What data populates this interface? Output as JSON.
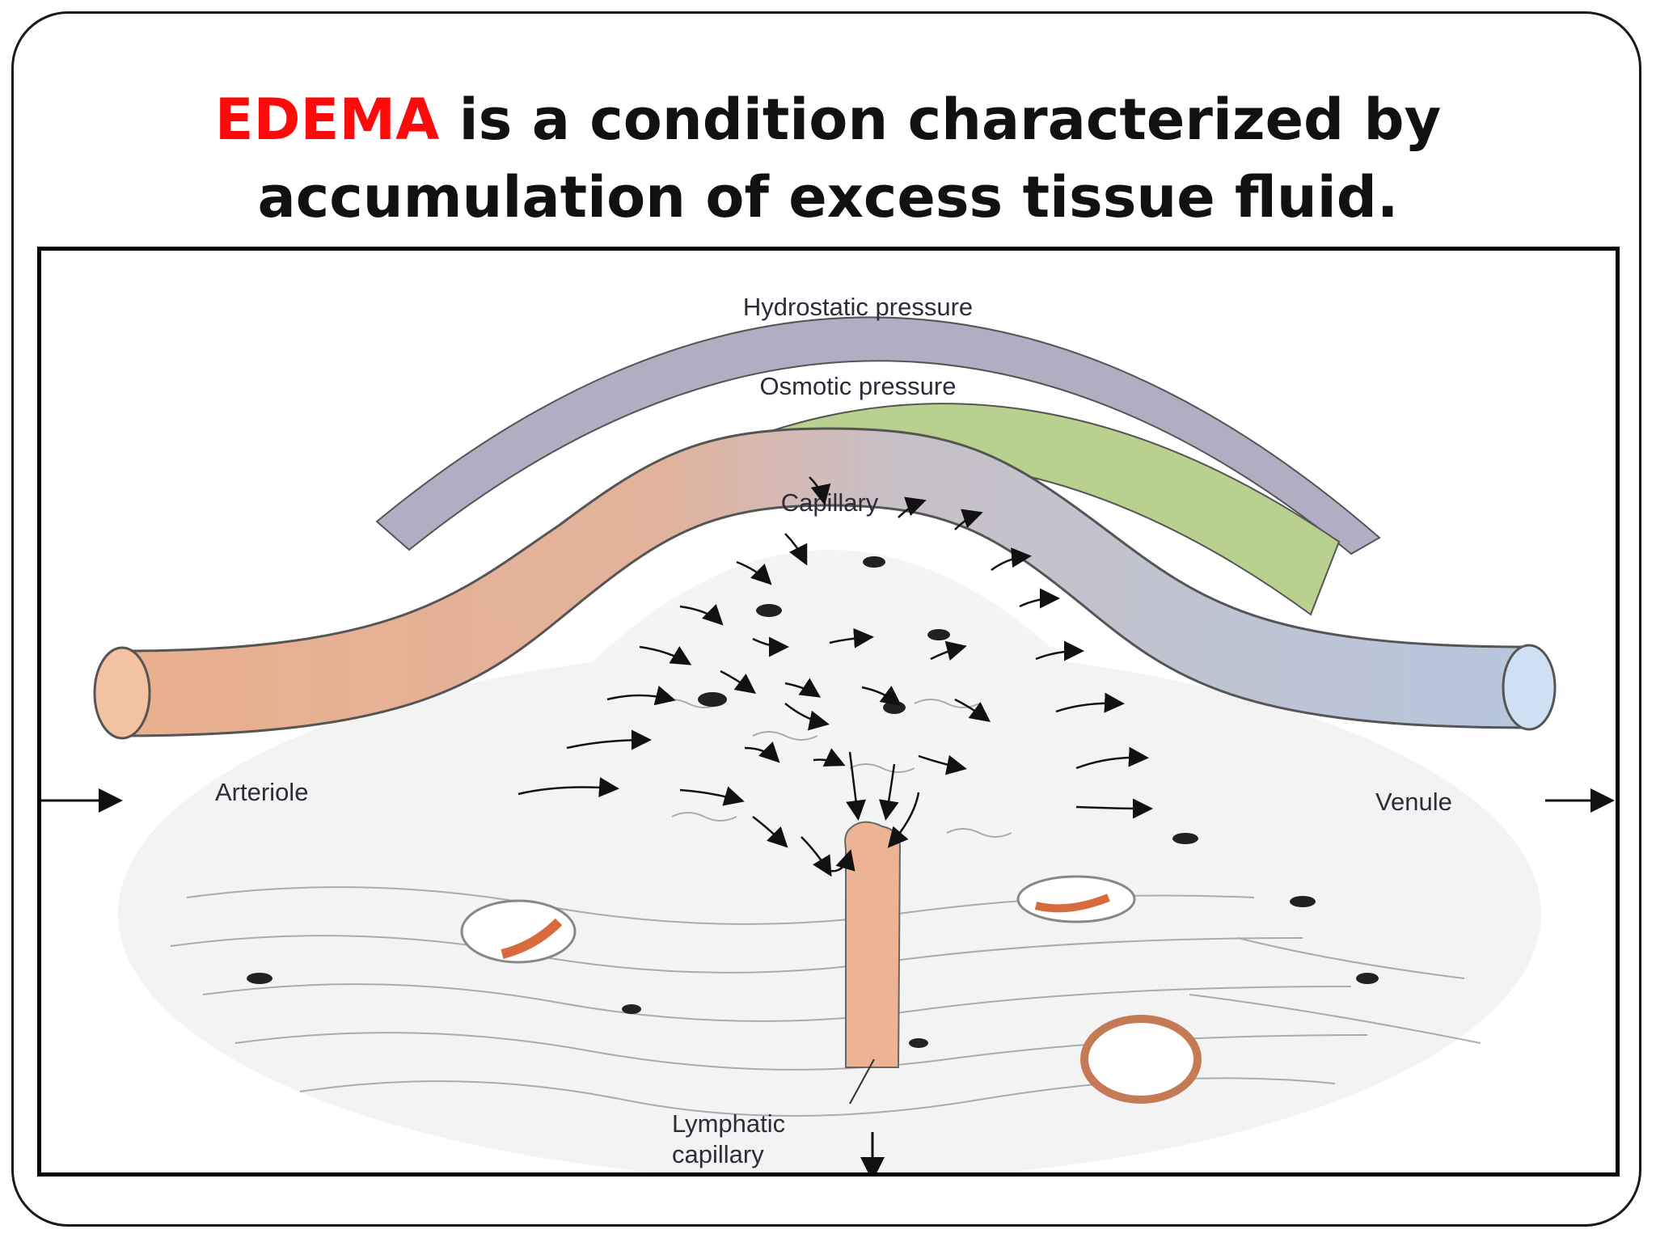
{
  "slide": {
    "title_keyword": "EDEMA",
    "title_rest_line1": " is a condition characterized by",
    "title_line2": "accumulation of  excess tissue fluid."
  },
  "diagram": {
    "labels": {
      "hydrostatic": "Hydrostatic pressure",
      "osmotic": "Osmotic pressure",
      "capillary": "Capillary",
      "arteriole": "Arteriole",
      "venule": "Venule",
      "lymphatic_line1": "Lymphatic",
      "lymphatic_line2": "capillary"
    },
    "colors": {
      "hydrostatic_band": "#b3adc3",
      "osmotic_band": "#b9d18f",
      "arteriole": "#e9b08d",
      "venule": "#b6c7dd",
      "lymphatic": "#ecb394",
      "title_keyword": "#ff0a0a"
    }
  }
}
